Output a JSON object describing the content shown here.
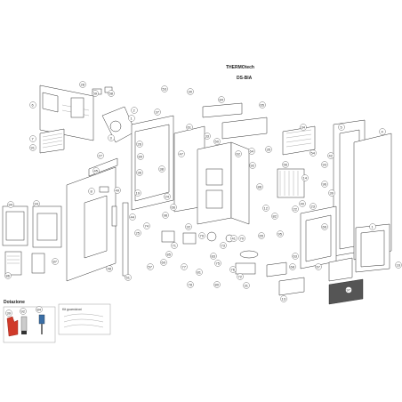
{
  "header": {
    "model": "THERMOtech",
    "code": "DS-BIA"
  },
  "callouts": {
    "c1": "1",
    "c2": "2",
    "c3": "3",
    "c4": "4",
    "c5": "5",
    "c6": "6",
    "c7": "7",
    "c8": "8",
    "c12": "12",
    "c13": "13",
    "c14": "14",
    "c16": "16",
    "c19": "19",
    "c22": "22",
    "c23": "23",
    "c24": "24",
    "c25": "25",
    "c26": "26",
    "c27": "27",
    "c28": "28",
    "c30": "30",
    "c31": "31",
    "c32": "32",
    "c33": "33",
    "c34": "34",
    "c35": "35",
    "c36": "36",
    "c37": "37",
    "c38": "38",
    "c39": "39",
    "c40": "40",
    "c41": "41",
    "c42": "42",
    "c44": "44",
    "c45": "45",
    "c47": "47",
    "c48": "48",
    "c49": "49",
    "c50": "50",
    "c51": "51",
    "c53": "53",
    "c54": "54",
    "c56": "56",
    "c57": "57",
    "c58": "58",
    "c59": "59",
    "c60": "60",
    "c61": "61",
    "c62": "62",
    "c63": "63",
    "c64": "64",
    "c65": "65",
    "c66": "66",
    "c67": "67",
    "c68": "68",
    "c70": "70",
    "c71": "71",
    "c72": "72",
    "c73": "73",
    "c74": "74",
    "c75": "75",
    "c76": "76",
    "c77": "77",
    "c78": "78",
    "c79": "79",
    "c80": "80",
    "c81": "81",
    "c82": "82",
    "c83": "83",
    "c84": "84",
    "c85": "85",
    "c86": "86",
    "c87": "87",
    "c88": "88",
    "c89": "89",
    "c91": "91",
    "c92": "92",
    "c93": "93",
    "c94": "94",
    "c95": "95",
    "c96": "96",
    "c97": "97",
    "c98": "98"
  },
  "accessories": {
    "title": "Dotazione",
    "kit_title": "Kit guarnizioni"
  },
  "colors": {
    "line": "#333333",
    "dark_part": "#555555",
    "glove": "#d03a2a",
    "kit_border": "#888888"
  }
}
